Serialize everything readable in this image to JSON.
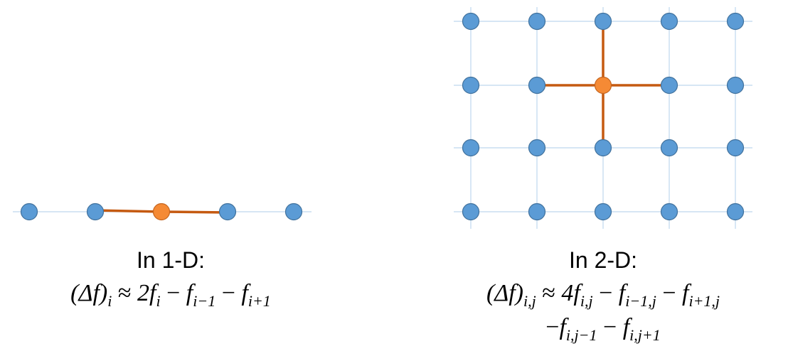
{
  "colors": {
    "node": "#5b9bd5",
    "node_stroke": "#41719c",
    "center_node": "#f58a35",
    "center_stroke": "#c5651f",
    "highlight_edge": "#c55a11",
    "grid_line": "#bdd7ee"
  },
  "one_d": {
    "title": "In 1-D:",
    "formula": {
      "lhs": "(Δf)",
      "lhs_sub": "i",
      "approx": "≈",
      "t1_coef": "2f",
      "t1_sub": "i",
      "minus": "−",
      "t2": "f",
      "t2_sub": "i−1",
      "t3": "f",
      "t3_sub": "i+1"
    }
  },
  "two_d": {
    "title": "In 2-D:",
    "formula": {
      "lhs": "(Δf)",
      "lhs_sub": "i,j",
      "approx": "≈",
      "t1_coef": "4f",
      "t1_sub": "i,j",
      "minus": "−",
      "t2": "f",
      "t2_sub": "i−1,j",
      "t3": "f",
      "t3_sub": "i+1,j",
      "t4": "f",
      "t4_sub": "i,j−1",
      "t5": "f",
      "t5_sub": "i,j+1"
    }
  }
}
